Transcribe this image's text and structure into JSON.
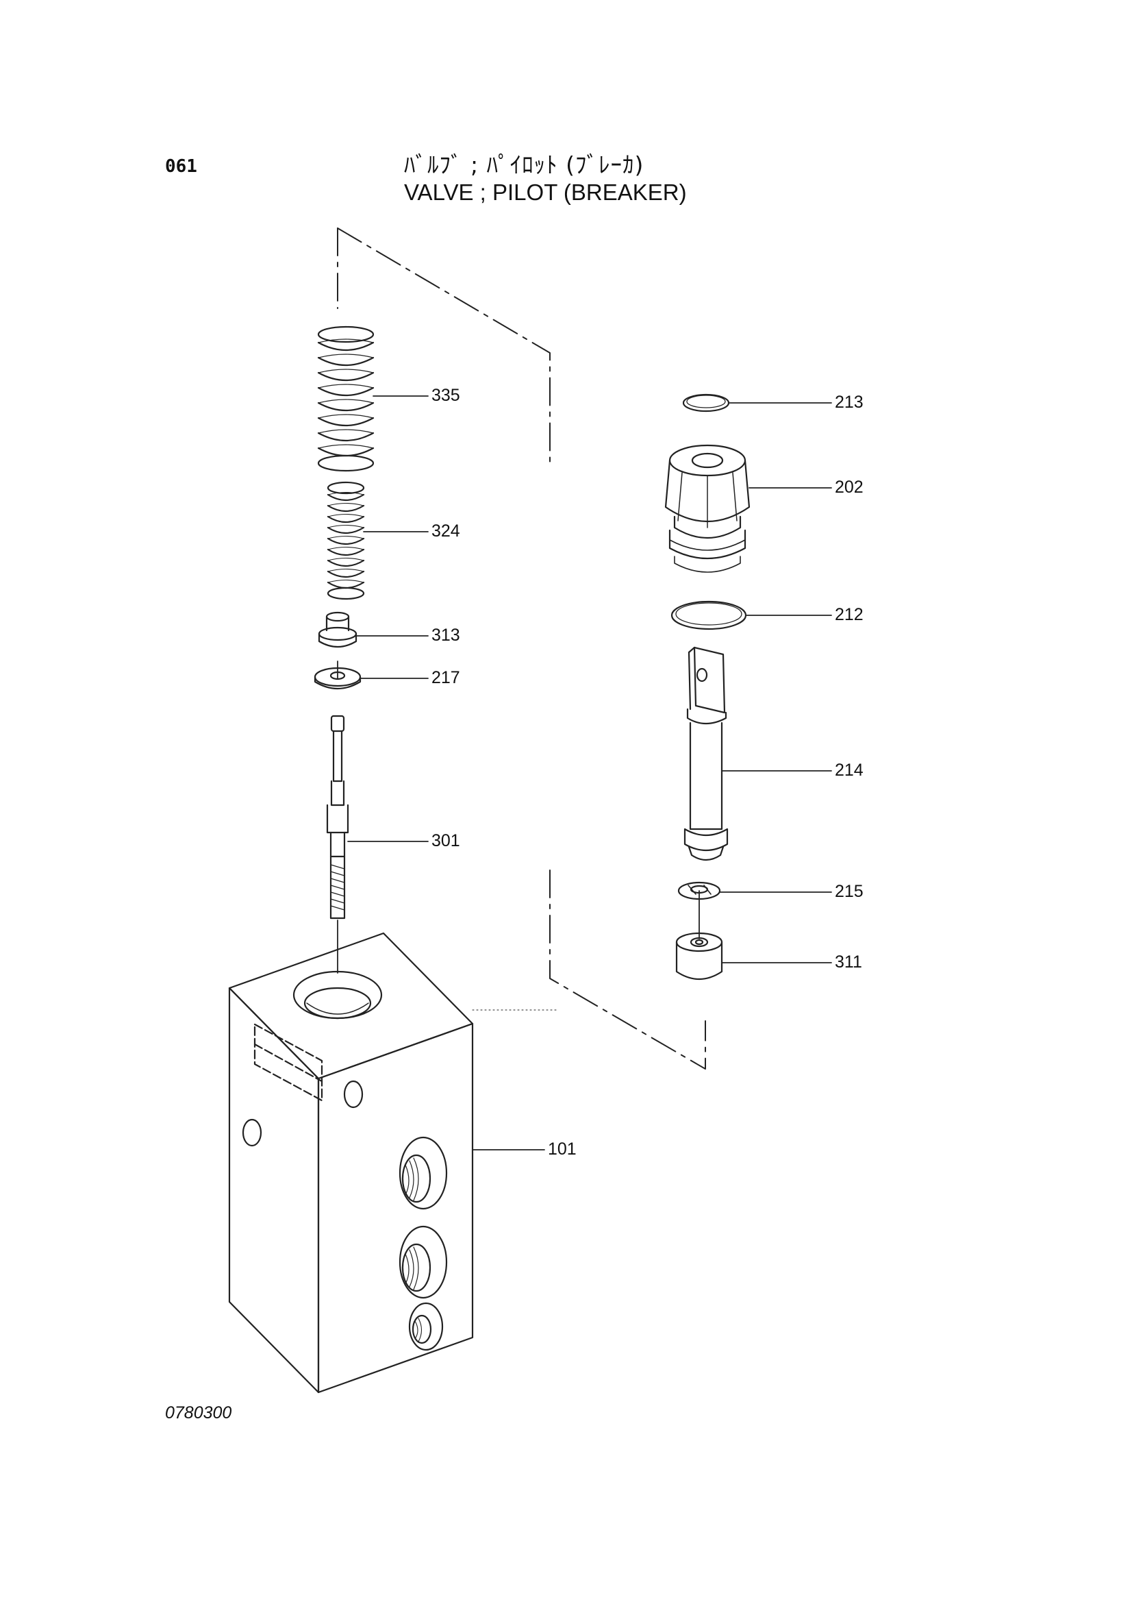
{
  "header": {
    "page_number": "061",
    "title_japanese": "ﾊﾞﾙﾌﾞ ; ﾊﾟｲﾛｯﾄ (ﾌﾞﾚｰｶ)",
    "title_english": "VALVE ; PILOT (BREAKER)"
  },
  "footer": {
    "drawing_number": "0780300"
  },
  "callouts": [
    {
      "id": "335",
      "label": "335"
    },
    {
      "id": "324",
      "label": "324"
    },
    {
      "id": "313",
      "label": "313"
    },
    {
      "id": "217",
      "label": "217"
    },
    {
      "id": "301",
      "label": "301"
    },
    {
      "id": "101",
      "label": "101"
    },
    {
      "id": "213",
      "label": "213"
    },
    {
      "id": "202",
      "label": "202"
    },
    {
      "id": "212",
      "label": "212"
    },
    {
      "id": "214",
      "label": "214"
    },
    {
      "id": "215",
      "label": "215"
    },
    {
      "id": "311",
      "label": "311"
    }
  ],
  "colors": {
    "line": "#222222",
    "paper": "#ffffff"
  }
}
